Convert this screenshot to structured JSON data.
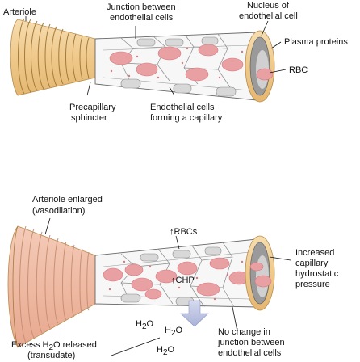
{
  "top": {
    "arteriole": "Arteriole",
    "junction": [
      "Junction between",
      "endothelial cells"
    ],
    "nucleus": [
      "Nucleus of",
      "endothelial cell"
    ],
    "plasma_proteins": "Plasma proteins",
    "rbc": "RBC",
    "precapillary": [
      "Precapillary",
      "sphincter"
    ],
    "endothelial": [
      "Endothelial cells",
      "forming a capillary"
    ]
  },
  "bottom": {
    "arteriole_enlarged": [
      "Arteriole enlarged",
      "(vasodilation)"
    ],
    "rbcs": "↑RBCs",
    "chp": "↑CHP",
    "increased": [
      "Increased",
      "capillary",
      "hydrostatic",
      "pressure"
    ],
    "h2o": "H",
    "h2o_sub": "2",
    "h2o_end": "O",
    "no_change": [
      "No change in",
      "junction between",
      "endothelial cells"
    ],
    "excess_a": "Excess H",
    "excess_sub": "2",
    "excess_b": "O released",
    "transudate": "(transudate)"
  },
  "colors": {
    "wall": "#f3d19a",
    "wall_stroke": "#b98c4a",
    "lumen": "#f7f7f7",
    "rbc": "#e8a0a3",
    "rbc_dark": "#d9787e",
    "nucleus": "#d8d8d8",
    "arrow": "#c7cde6"
  }
}
